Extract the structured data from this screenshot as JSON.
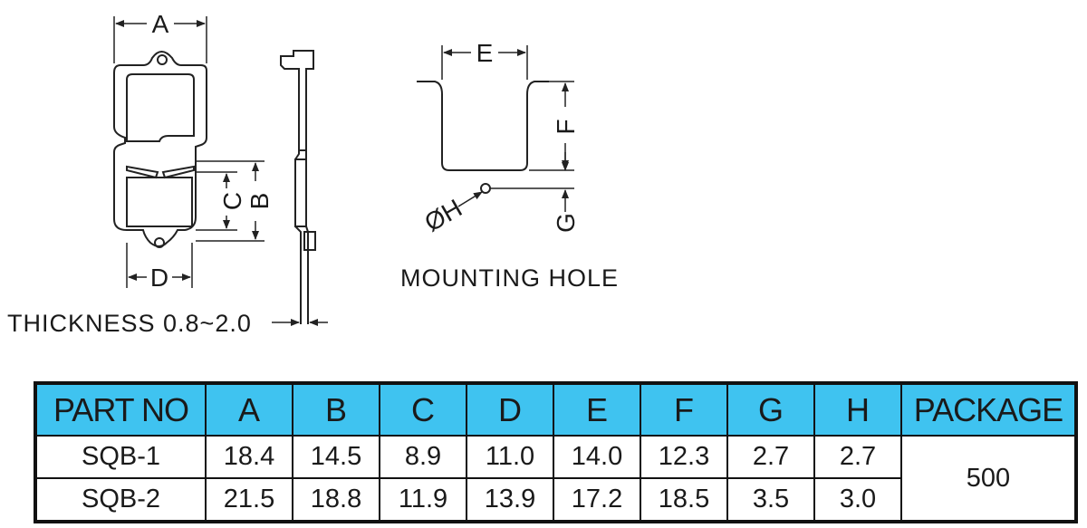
{
  "drawing": {
    "dimension_labels": {
      "a": "A",
      "b": "B",
      "c": "C",
      "d": "D",
      "e": "E",
      "f": "F",
      "g": "G",
      "h": "ØH"
    },
    "thickness_label": "THICKNESS 0.8~2.0",
    "mounting_hole_label": "MOUNTING HOLE"
  },
  "table": {
    "headers": [
      "PART NO",
      "A",
      "B",
      "C",
      "D",
      "E",
      "F",
      "G",
      "H",
      "PACKAGE"
    ],
    "rows": [
      {
        "part": "SQB-1",
        "a": "18.4",
        "b": "14.5",
        "c": "8.9",
        "d": "11.0",
        "e": "14.0",
        "f": "12.3",
        "g": "2.7",
        "h": "2.7"
      },
      {
        "part": "SQB-2",
        "a": "21.5",
        "b": "18.8",
        "c": "11.9",
        "d": "13.9",
        "e": "17.2",
        "f": "18.5",
        "g": "3.5",
        "h": "3.0"
      }
    ],
    "package": "500"
  }
}
